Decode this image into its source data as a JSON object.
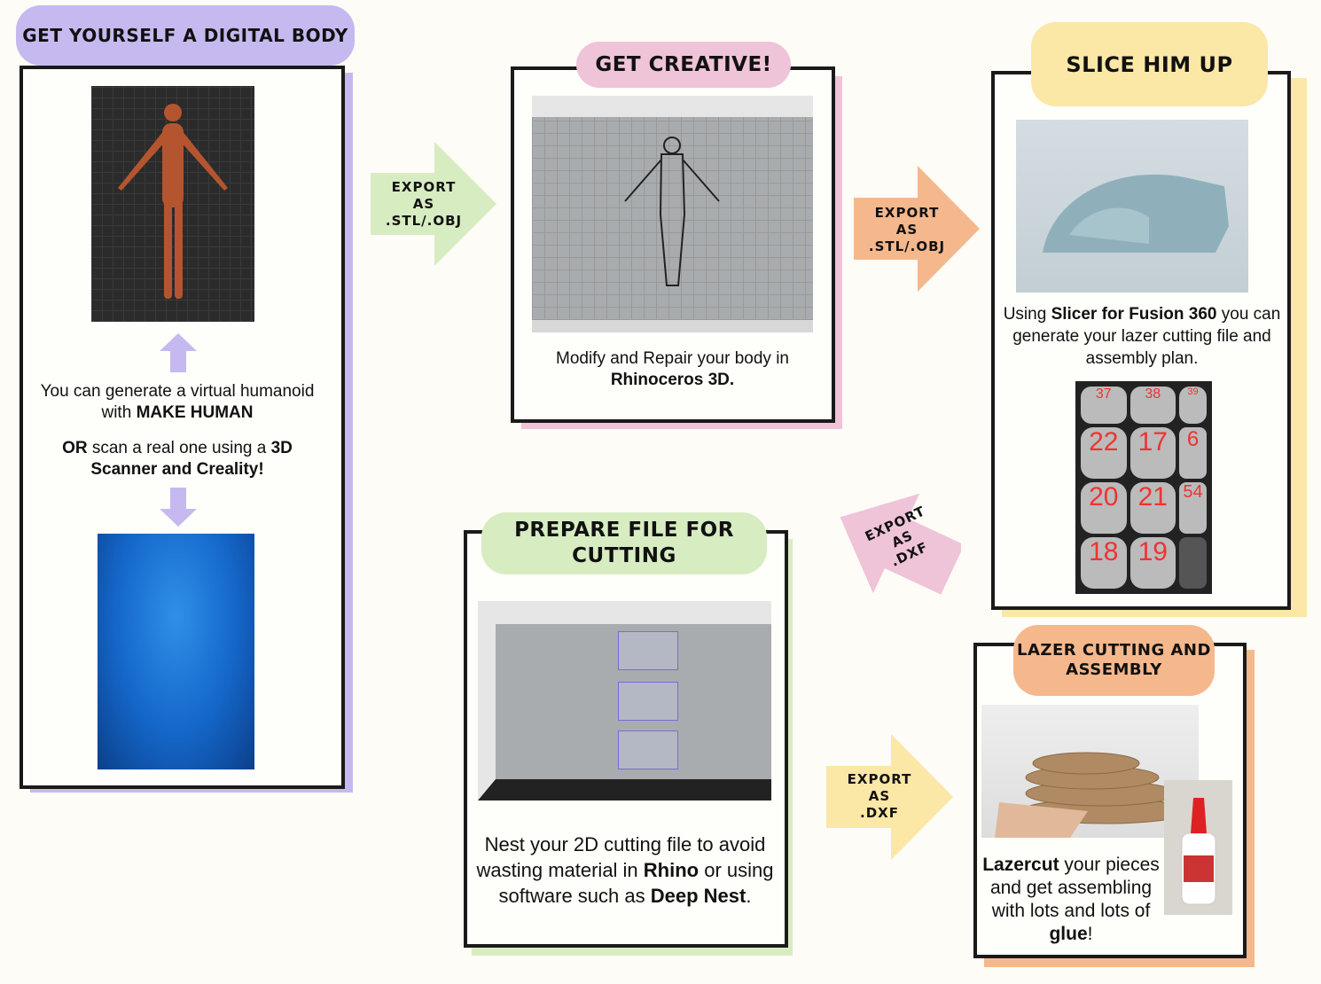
{
  "colors": {
    "purple": "#c6b9ef",
    "pink": "#efc3d8",
    "green": "#d8ecc2",
    "yellow": "#fbe7a6",
    "orange": "#f5b88c"
  },
  "step1": {
    "title": "GET YOURSELF A DIGITAL BODY",
    "text1": {
      "a": "You can generate a virtual humanoid with ",
      "b": "MAKE HUMAN"
    },
    "text2": {
      "a": "OR",
      "b": " scan a real one using a ",
      "c": "3D Scanner and Creality!"
    }
  },
  "arrow1": {
    "lines": [
      "EXPORT",
      "AS",
      ".STL/.OBJ"
    ]
  },
  "step2": {
    "title": "GET CREATIVE!",
    "text": {
      "a": "Modify and Repair your body in ",
      "b": "Rhinoceros 3D."
    }
  },
  "arrow2": {
    "lines": [
      "EXPORT",
      "AS",
      ".STL/.OBJ"
    ]
  },
  "step3": {
    "title": "SLICE HIM UP",
    "text": {
      "a": "Using ",
      "b": "Slicer for Fusion 360",
      "c": " you can generate your lazer cutting file and assembly plan."
    },
    "pieces": [
      "37",
      "38",
      "39",
      "22",
      "17",
      "6",
      "20",
      "21",
      "54",
      "18",
      "19"
    ]
  },
  "arrow3": {
    "lines": [
      "EXPORT",
      "AS",
      ".DXF"
    ]
  },
  "step4": {
    "title": "PREPARE FILE FOR CUTTING",
    "text": {
      "a": "Nest your 2D cutting file to avoid wasting material in ",
      "b": "Rhino",
      "c": " or using software such as ",
      "d": "Deep Nest",
      "e": "."
    }
  },
  "arrow4": {
    "lines": [
      "EXPORT",
      "AS",
      ".DXF"
    ]
  },
  "step5": {
    "title": "LAZER CUTTING AND ASSEMBLY",
    "text": {
      "a": "Lazercut",
      "b": " your pieces and get assembling with lots and lots of ",
      "c": "glue",
      "d": "!"
    }
  }
}
